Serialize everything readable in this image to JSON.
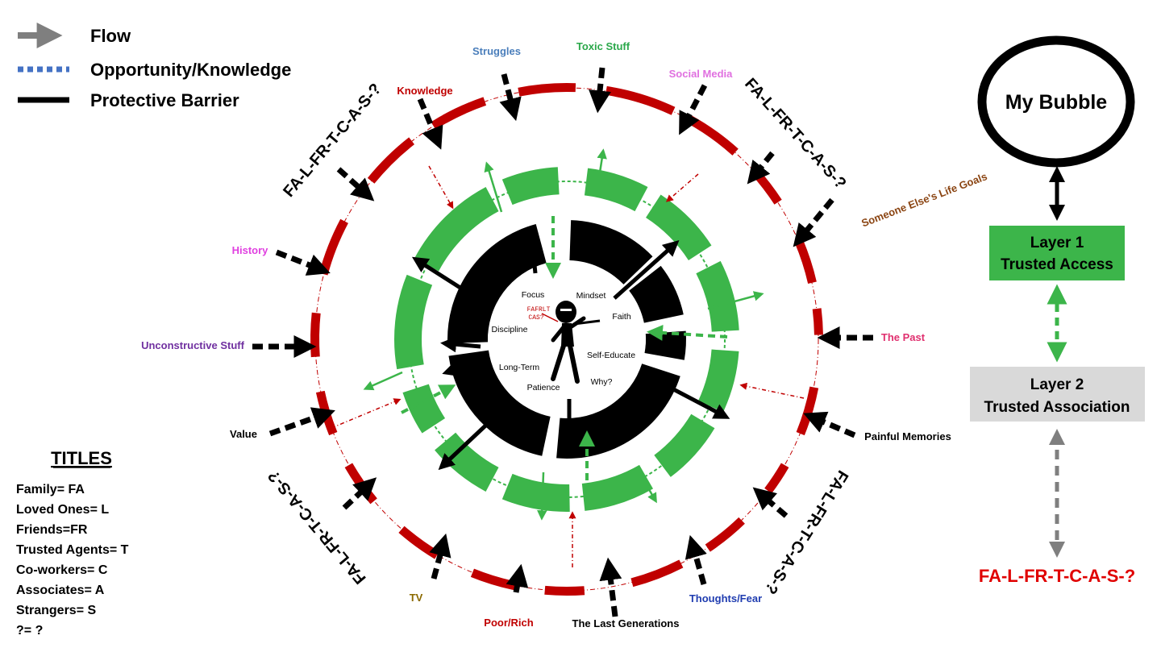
{
  "legend": {
    "flow": "Flow",
    "opportunity": "Opportunity/Knowledge",
    "barrier": "Protective Barrier"
  },
  "titles": {
    "heading": "TITLES",
    "items": [
      "Family= FA",
      "Loved Ones= L",
      "Friends=FR",
      "Trusted Agents= T",
      "Co-workers= C",
      "Associates= A",
      "Strangers= S",
      "?= ?"
    ]
  },
  "outside_labels": {
    "struggles": "Struggles",
    "toxic": "Toxic Stuff",
    "social": "Social Media",
    "knowledge": "Knowledge",
    "someone": "Someone Else's Life Goals",
    "history": "History",
    "unconstructive": "Unconstructive Stuff",
    "past": "The Past",
    "value": "Value",
    "painful": "Painful Memories",
    "tv": "TV",
    "poorrich": "Poor/Rich",
    "lastgen": "The Last Generations",
    "thoughts": "Thoughts/Fear"
  },
  "ring_code": {
    "top_left": "FA-L-FR-T-C-A-S-?",
    "top_right": "FA-L-FR-T-C-A-S-?",
    "bottom_left": "FA-L-FR-T-C-A-S-?",
    "bottom_right": "FA-L-FR-T-C-A-S-?"
  },
  "core": {
    "focus": "Focus",
    "mindset": "Mindset",
    "faith": "Faith",
    "discipline": "Discipline",
    "self_educate": "Self-Educate",
    "long_term": "Long-Term",
    "why": "Why?",
    "patience": "Patience",
    "code_line1": "FAFRLT",
    "code_line2": "CAS?"
  },
  "side": {
    "bubble": "My Bubble",
    "layer1_line1": "Layer 1",
    "layer1_line2": "Trusted Access",
    "layer2_line1": "Layer 2",
    "layer2_line2": "Trusted Association",
    "bottom_code": "FA-L-FR-T-C-A-S-?"
  },
  "colors": {
    "red": "#c00000",
    "green": "#3cb54a",
    "black": "#000000",
    "gray": "#7f7f7f",
    "gray_box": "#d9d9d9",
    "legend_blue": "#4472c4",
    "struggles": "#4a7ebb",
    "toxic": "#2aa84a",
    "social": "#e070e0",
    "knowledge": "#c00000",
    "someone": "#8b4513",
    "history": "#e040e0",
    "unconstructive": "#7030a0",
    "past": "#e0306f",
    "tv": "#8b6a00",
    "poorrich": "#c00000",
    "thoughts": "#1f3cb0"
  }
}
